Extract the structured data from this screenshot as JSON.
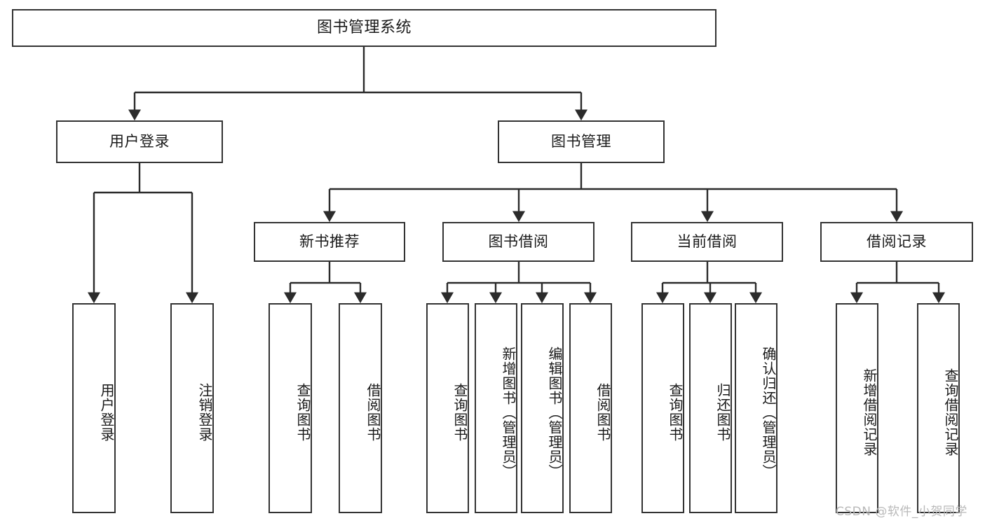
{
  "diagram": {
    "title": "图书管理系统",
    "type": "hierarchy-tree",
    "style": {
      "box_border_color": "#333333",
      "box_fill_color": "#ffffff",
      "edge_color": "#333333",
      "text_color": "#1a1a1a",
      "background": "#ffffff"
    },
    "levels": {
      "root": {
        "label": "图书管理系统"
      },
      "level2": [
        {
          "label": "用户登录"
        },
        {
          "label": "图书管理"
        }
      ],
      "level3": [
        {
          "label": "新书推荐"
        },
        {
          "label": "图书借阅"
        },
        {
          "label": "当前借阅"
        },
        {
          "label": "借阅记录"
        }
      ],
      "leaves": {
        "user_login": [
          {
            "label": "用户登录"
          },
          {
            "label": "注销登录"
          }
        ],
        "new_book_recommend": [
          {
            "label": "查询图书"
          },
          {
            "label": "借阅图书"
          }
        ],
        "book_borrow": [
          {
            "label": "查询图书"
          },
          {
            "label": "新增图书（管理员）"
          },
          {
            "label": "编辑图书（管理员）"
          },
          {
            "label": "借阅图书"
          }
        ],
        "current_borrow": [
          {
            "label": "查询图书"
          },
          {
            "label": "归还图书"
          },
          {
            "label": "确认归还（管理员）"
          }
        ],
        "borrow_record": [
          {
            "label": "新增借阅记录"
          },
          {
            "label": "查询借阅记录"
          }
        ]
      }
    }
  },
  "watermark": {
    "text": "CSDN @软件_小贺同学"
  }
}
